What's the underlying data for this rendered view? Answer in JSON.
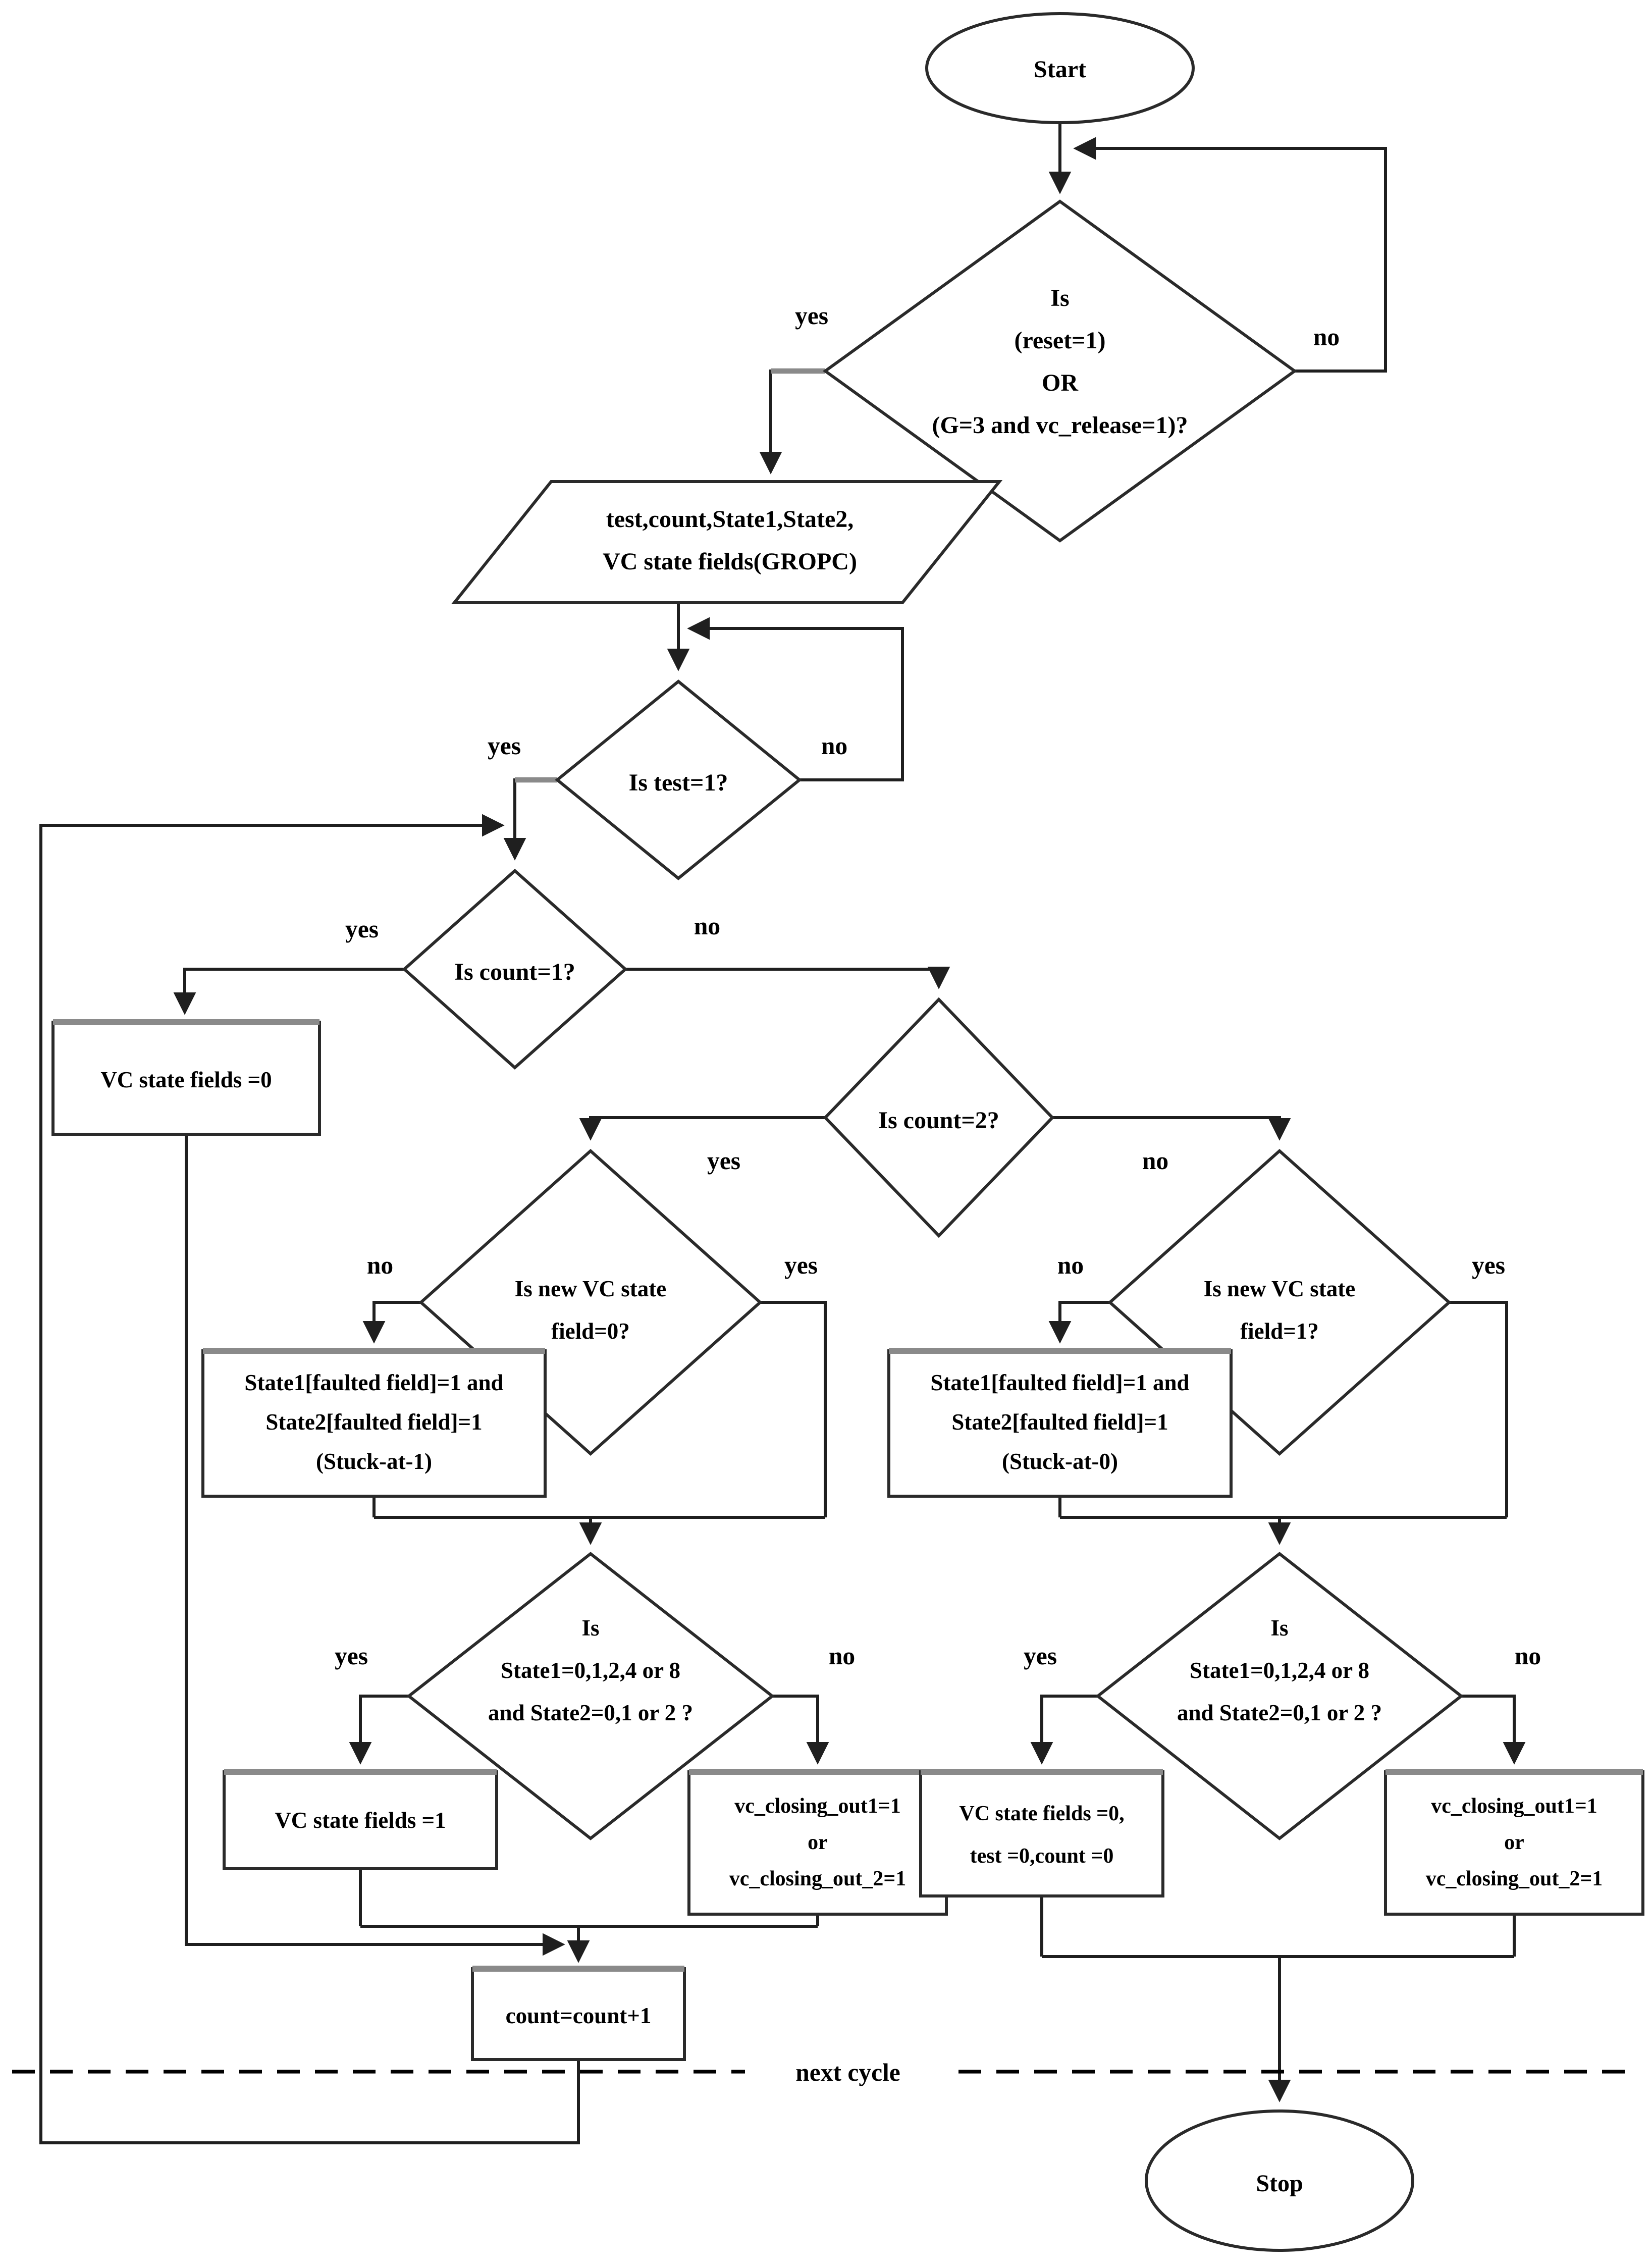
{
  "diagram": {
    "background": "#ffffff",
    "line_color": "#1f1f1f",
    "accent_gray": "#8a8a8a",
    "labels": {
      "yes": "yes",
      "no": "no",
      "next_cycle": "next cycle"
    },
    "nodes": {
      "start": {
        "type": "terminator",
        "label": "Start"
      },
      "reset_check": {
        "type": "decision",
        "lines": [
          "Is",
          "(reset=1)",
          "OR",
          "(G=3 and vc_release=1)?"
        ]
      },
      "inputs": {
        "type": "data",
        "lines": [
          "test,count,State1,State2,",
          "VC state fields(GROPC)"
        ]
      },
      "test_check": {
        "type": "decision",
        "label": "Is test=1?"
      },
      "count1_check": {
        "type": "decision",
        "label": "Is count=1?"
      },
      "vc_fields_0": {
        "type": "process",
        "label": "VC state fields =0"
      },
      "count2_check": {
        "type": "decision",
        "label": "Is count=2?"
      },
      "newvc0_check": {
        "type": "decision",
        "lines": [
          "Is new VC state",
          "field=0?"
        ]
      },
      "newvc1_check": {
        "type": "decision",
        "lines": [
          "Is new VC state",
          "field=1?"
        ]
      },
      "stuck_at_1": {
        "type": "process",
        "lines": [
          "State1[faulted field]=1 and",
          "State2[faulted field]=1",
          "(Stuck-at-1)"
        ]
      },
      "stuck_at_0": {
        "type": "process",
        "lines": [
          "State1[faulted field]=1 and",
          "State2[faulted field]=1",
          "(Stuck-at-0)"
        ]
      },
      "state_check_left": {
        "type": "decision",
        "lines": [
          "Is",
          "State1=0,1,2,4 or 8",
          "and State2=0,1 or 2 ?"
        ]
      },
      "state_check_right": {
        "type": "decision",
        "lines": [
          "Is",
          "State1=0,1,2,4 or 8",
          "and State2=0,1 or 2 ?"
        ]
      },
      "vc_fields_1": {
        "type": "process",
        "label": "VC state fields =1"
      },
      "vc_closing_left": {
        "type": "process",
        "lines": [
          "vc_closing_out1=1",
          "or",
          "vc_closing_out_2=1"
        ]
      },
      "vc_fields_0_reset": {
        "type": "process",
        "lines": [
          "VC state fields =0,",
          "test =0,count =0"
        ]
      },
      "vc_closing_right": {
        "type": "process",
        "lines": [
          "vc_closing_out1=1",
          "or",
          "vc_closing_out_2=1"
        ]
      },
      "count_increment": {
        "type": "process",
        "label": "count=count+1"
      },
      "stop": {
        "type": "terminator",
        "label": "Stop"
      }
    }
  }
}
